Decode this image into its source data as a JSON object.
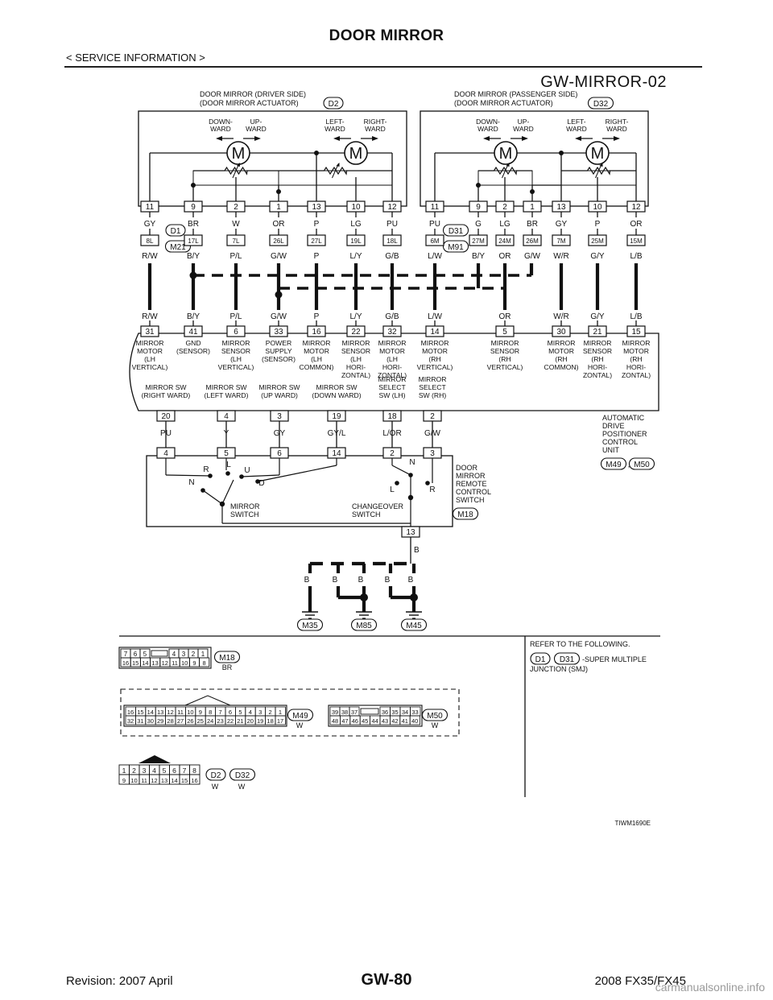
{
  "header": {
    "title": "DOOR MIRROR",
    "section": "< SERVICE INFORMATION >",
    "diagram_id": "GW-MIRROR-02"
  },
  "mirror_driver": {
    "title1": "DOOR MIRROR (DRIVER SIDE)",
    "title2": "(DOOR MIRROR ACTUATOR)",
    "connector": "D2",
    "labels": [
      "DOWN-",
      "WARD",
      "UP-",
      "WARD",
      "LEFT-",
      "WARD",
      "RIGHT-",
      "WARD"
    ],
    "pins": [
      "11",
      "9",
      "2",
      "1",
      "13",
      "10",
      "12"
    ],
    "colors": [
      "GY",
      "BR",
      "W",
      "OR",
      "P",
      "LG",
      "PU"
    ],
    "motor": "M"
  },
  "mirror_passenger": {
    "title1": "DOOR MIRROR (PASSENGER SIDE)",
    "title2": "(DOOR MIRROR ACTUATOR)",
    "connector": "D32",
    "labels": [
      "DOWN-",
      "WARD",
      "UP-",
      "WARD",
      "LEFT-",
      "WARD",
      "RIGHT-",
      "WARD"
    ],
    "pins": [
      "11",
      "9",
      "2",
      "1",
      "13",
      "10",
      "12"
    ],
    "colors": [
      "PU",
      "G",
      "LG",
      "BR",
      "GY",
      "P",
      "OR"
    ],
    "motor": "M"
  },
  "joint_left": {
    "conn1": "D1",
    "conn2": "M21",
    "pins": [
      "8L",
      "17L",
      "7L",
      "26L",
      "27L",
      "19L",
      "18L"
    ],
    "colors": [
      "R/W",
      "B/Y",
      "P/L",
      "G/W",
      "P",
      "L/Y",
      "G/B"
    ]
  },
  "joint_right": {
    "conn1": "D31",
    "conn2": "M91",
    "pins": [
      "6M",
      "27M",
      "24M",
      "26M",
      "7M",
      "25M",
      "15M"
    ],
    "colors": [
      "L/W",
      "B/Y",
      "OR",
      "G/W",
      "W/R",
      "G/Y",
      "L/B"
    ]
  },
  "unit": {
    "wire_colors_top": [
      "R/W",
      "B/Y",
      "P/L",
      "G/W",
      "P",
      "L/Y",
      "G/B",
      "L/W",
      "OR",
      "W/R",
      "G/Y",
      "L/B"
    ],
    "pins_top": [
      "31",
      "41",
      "6",
      "33",
      "16",
      "22",
      "32",
      "14",
      "5",
      "30",
      "21",
      "15"
    ],
    "functions_top": [
      [
        "MIRROR",
        "MOTOR",
        "(LH",
        "VERTICAL)"
      ],
      [
        "GND",
        "(SENSOR)"
      ],
      [
        "MIRROR",
        "SENSOR",
        "(LH",
        "VERTICAL)"
      ],
      [
        "POWER",
        "SUPPLY",
        "(SENSOR)"
      ],
      [
        "MIRROR",
        "MOTOR",
        "(LH",
        "COMMON)"
      ],
      [
        "MIRROR",
        "SENSOR",
        "(LH",
        "HORI-",
        "ZONTAL)"
      ],
      [
        "MIRROR",
        "MOTOR",
        "(LH",
        "HORI-",
        "ZONTAL)"
      ],
      [
        "MIRROR",
        "MOTOR",
        "(RH",
        "VERTICAL)"
      ],
      [
        "MIRROR",
        "SENSOR",
        "(RH",
        "VERTICAL)"
      ],
      [
        "MIRROR",
        "MOTOR",
        "(RH",
        "COMMON)"
      ],
      [
        "MIRROR",
        "SENSOR",
        "(RH",
        "HORI-",
        "ZONTAL)"
      ],
      [
        "MIRROR",
        "MOTOR",
        "(RH",
        "HORI-",
        "ZONTAL)"
      ]
    ],
    "functions_bottom": [
      [
        "MIRROR SW",
        "(RIGHT WARD)"
      ],
      [
        "MIRROR SW",
        "(LEFT WARD)"
      ],
      [
        "MIRROR SW",
        "(UP WARD)"
      ],
      [
        "MIRROR SW",
        "(DOWN WARD)"
      ],
      [
        "MIRROR",
        "SELECT",
        "SW (LH)"
      ],
      [
        "MIRROR",
        "SELECT",
        "SW (RH)"
      ]
    ],
    "pins_bottom": [
      "20",
      "4",
      "3",
      "19",
      "18",
      "2"
    ],
    "wire_colors_bottom": [
      "PU",
      "Y",
      "GY",
      "GY/L",
      "L/OR",
      "G/W"
    ],
    "name": [
      "AUTOMATIC",
      "DRIVE",
      "POSITIONER",
      "CONTROL",
      "UNIT"
    ],
    "conn1": "M49",
    "conn2": "M50"
  },
  "switch": {
    "pins": [
      "4",
      "5",
      "6",
      "14",
      "2",
      "3"
    ],
    "name": [
      "DOOR",
      "MIRROR",
      "REMOTE",
      "CONTROL",
      "SWITCH"
    ],
    "connector": "M18",
    "mirror_switch": [
      "MIRROR",
      "SWITCH"
    ],
    "changeover_switch": [
      "CHANGEOVER",
      "SWITCH"
    ],
    "contacts_mirror": [
      "R",
      "L",
      "U",
      "N",
      "D"
    ],
    "contacts_changeover": [
      "N",
      "L",
      "R"
    ],
    "ground_pin": "13",
    "ground_color": "B"
  },
  "grounds": {
    "wire_colors": [
      "B",
      "B",
      "B",
      "B",
      "B"
    ],
    "connectors": [
      "M35",
      "M85",
      "M45"
    ]
  },
  "connector_views": {
    "m18_top": [
      "7",
      "6",
      "5",
      "4",
      "3",
      "2",
      "1"
    ],
    "m18_bottom": [
      "16",
      "15",
      "14",
      "13",
      "12",
      "11",
      "10",
      "9",
      "8"
    ],
    "m18_label": "M18",
    "m18_color": "BR",
    "m49_top": [
      "16",
      "15",
      "14",
      "13",
      "12",
      "11",
      "10",
      "9",
      "8",
      "7",
      "6",
      "5",
      "4",
      "3",
      "2",
      "1"
    ],
    "m49_bottom": [
      "32",
      "31",
      "30",
      "29",
      "28",
      "27",
      "26",
      "25",
      "24",
      "23",
      "22",
      "21",
      "20",
      "19",
      "18",
      "17"
    ],
    "m49_label": "M49",
    "m49_color": "W",
    "m50_top": [
      "39",
      "38",
      "37",
      "36",
      "35",
      "34",
      "33"
    ],
    "m50_bottom": [
      "48",
      "47",
      "46",
      "45",
      "44",
      "43",
      "42",
      "41",
      "40"
    ],
    "m50_label": "M50",
    "m50_color": "W",
    "d2_top": [
      "1",
      "2",
      "3",
      "4",
      "5",
      "6",
      "7",
      "8"
    ],
    "d2_bottom": [
      "9",
      "10",
      "11",
      "12",
      "13",
      "14",
      "15",
      "16"
    ],
    "d2_label": "D2",
    "d32_label": "D32",
    "d2_color": "W",
    "d32_color": "W",
    "comma": ","
  },
  "refer": {
    "line1": "REFER TO THE FOLLOWING.",
    "conn1": "D1",
    "conn2": "D31",
    "comma": ",",
    "line2": "-SUPER MULTIPLE",
    "line3": "JUNCTION (SMJ)"
  },
  "figure_code": "TIWM1690E",
  "footer": {
    "revision": "Revision: 2007 April",
    "page": "GW-80",
    "model": "2008 FX35/FX45",
    "watermark": "carmanualsonline.info"
  },
  "colors": {
    "ink": "#111111",
    "box_fill": "#ffffff",
    "watermark": "#9a9a9a"
  }
}
